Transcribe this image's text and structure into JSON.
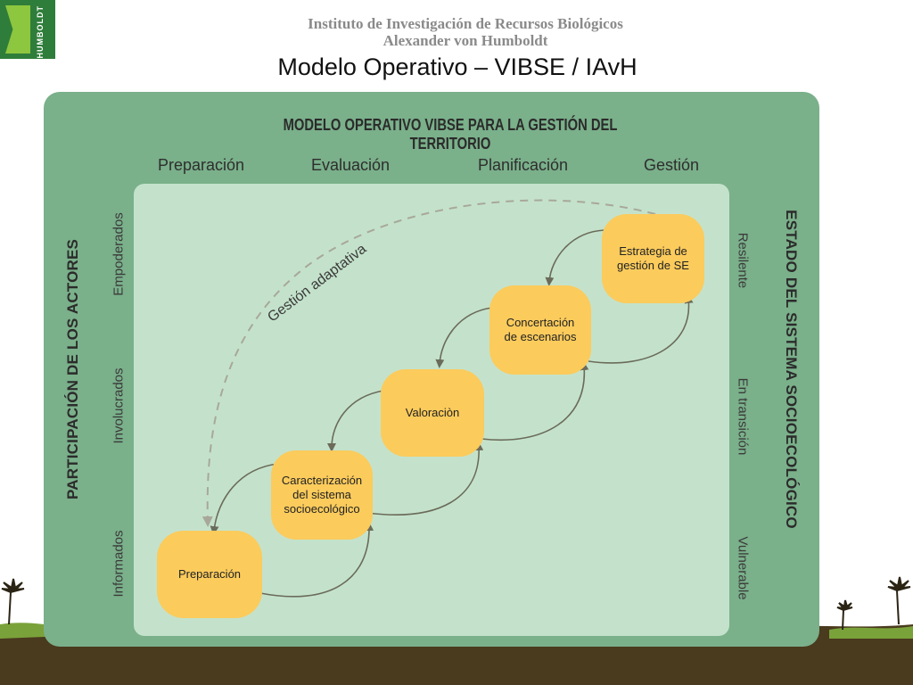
{
  "header": {
    "logo_text": "HUMBOLDT",
    "institute_line1": "Instituto de Investigación de Recursos Biológicos",
    "institute_line2": "Alexander von Humboldt",
    "title": "Modelo Operativo – VIBSE / IAvH"
  },
  "diagram": {
    "title": "MODELO OPERATIVO VIBSE PARA LA GESTIÓN DEL TERRITORIO",
    "phases": [
      "Preparación",
      "Evaluación",
      "Planificación",
      "Gestión"
    ],
    "left_axis_title": "PARTICIPACIÓN DE LOS ACTORES",
    "left_levels": [
      "Empoderados",
      "Involucrados",
      "Informados"
    ],
    "right_axis_title": "ESTADO DEL SISTEMA SOCIOECOLÓGICO",
    "right_levels": [
      "Resilente",
      "En transición",
      "Vulnerable"
    ],
    "adaptive_label": "Gestión adaptativa",
    "nodes": [
      {
        "line1": "Preparación",
        "line2": "",
        "line3": ""
      },
      {
        "line1": "Caracterización",
        "line2": "del sistema",
        "line3": "socioecológico"
      },
      {
        "line1": "Valoraciòn",
        "line2": "",
        "line3": ""
      },
      {
        "line1": "Concertación",
        "line2": "de escenarios",
        "line3": ""
      },
      {
        "line1": "Estrategia de",
        "line2": "gestión de SE",
        "line3": ""
      }
    ],
    "colors": {
      "outer_panel": "#7ab08a",
      "inner_panel": "#c4e2cb",
      "node": "#fbcb5c",
      "arrow": "#6b6b5a",
      "ground": "#4a3a1e"
    }
  }
}
